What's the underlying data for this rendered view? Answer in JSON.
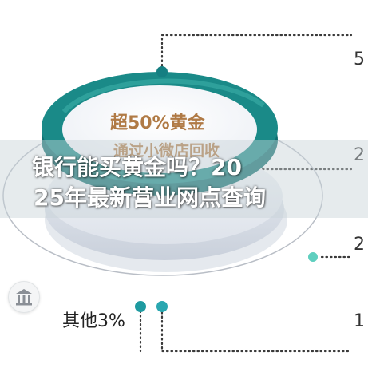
{
  "ring": {
    "line1": "超50%黄金",
    "line2": "通过小微店回收"
  },
  "labels": {
    "top_right_pct": "5",
    "mid_right_pct": "2",
    "lower_right_pct": "2",
    "bottom_right_pct": "1",
    "other": "其他3%"
  },
  "overlay": {
    "title_line1": "银行能买黄金吗？20",
    "title_line2": "25年最新营业网点查询"
  },
  "icons": {
    "bank": "bank-icon"
  },
  "colors": {
    "teal": "#1a8a88",
    "dark_teal": "#0f6f70",
    "mint": "#5fcfbf",
    "gold_text": "#b07a45"
  }
}
